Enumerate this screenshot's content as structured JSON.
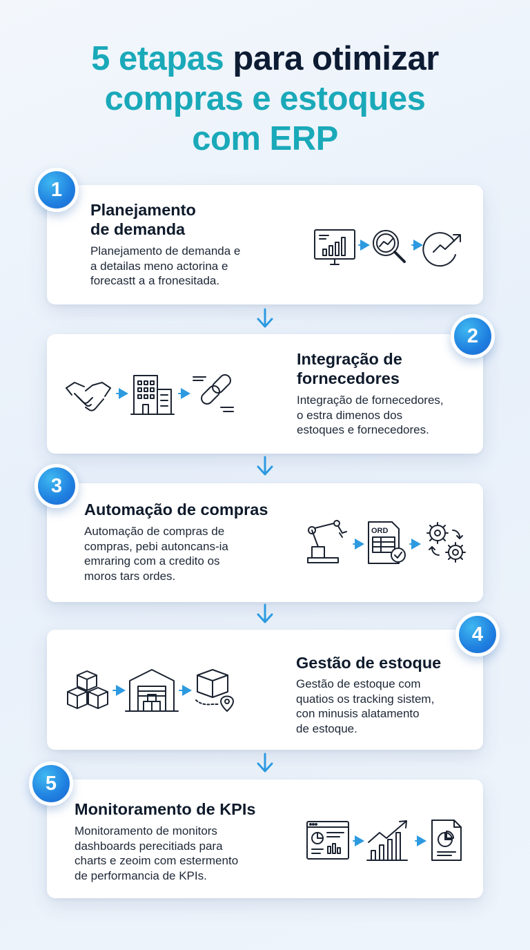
{
  "title": {
    "line1_teal": "5 etapas",
    "line1_navy": "para otimizar",
    "line2": "compras e estoques",
    "line3": "com ERP"
  },
  "colors": {
    "teal": "#1aa9b9",
    "navy": "#0d1b33",
    "badge_blue": "#1f7fe0",
    "arrow_blue": "#2d9ae0"
  },
  "steps": [
    {
      "number": "1",
      "title_l1": "Planejamento",
      "title_l2": "de demanda",
      "desc": [
        "Planejamento de demanda e",
        "a detailas meno actorina e",
        "forecastt a a fronesitada."
      ],
      "icons": [
        "presentation-chart-icon",
        "magnifier-trend-icon",
        "growth-cycle-icon"
      ]
    },
    {
      "number": "2",
      "title_l1": "Integração de",
      "title_l2": "fornecedores",
      "desc": [
        "Integração de fornecedores,",
        "o estra dimenos dos",
        "estoques e fornecedores."
      ],
      "icons": [
        "handshake-icon",
        "buildings-icon",
        "chain-link-icon"
      ]
    },
    {
      "number": "3",
      "title_l1": "Automação de compras",
      "desc": [
        "Automação de compras de",
        "compras, pebi autoncans-ia",
        "emraring com a credito os",
        "moros tars ordes."
      ],
      "icons": [
        "robot-arm-icon",
        "order-document-icon",
        "gears-cycle-icon"
      ],
      "ord_label": "ORD"
    },
    {
      "number": "4",
      "title_l1": "Gestão de estoque",
      "desc": [
        "Gestão de estoque com",
        "quatios os tracking sistem,",
        "con minusis alatamento",
        "de estoque."
      ],
      "icons": [
        "stacked-boxes-icon",
        "warehouse-icon",
        "box-location-icon"
      ]
    },
    {
      "number": "5",
      "title_l1": "Monitoramento de KPIs",
      "desc": [
        "Monitoramento de monitors",
        "dashboards perecitiads para",
        "charts e zeoim com estermento",
        "de performancia de KPIs."
      ],
      "icons": [
        "dashboard-window-icon",
        "bar-growth-icon",
        "report-pie-icon"
      ]
    }
  ]
}
